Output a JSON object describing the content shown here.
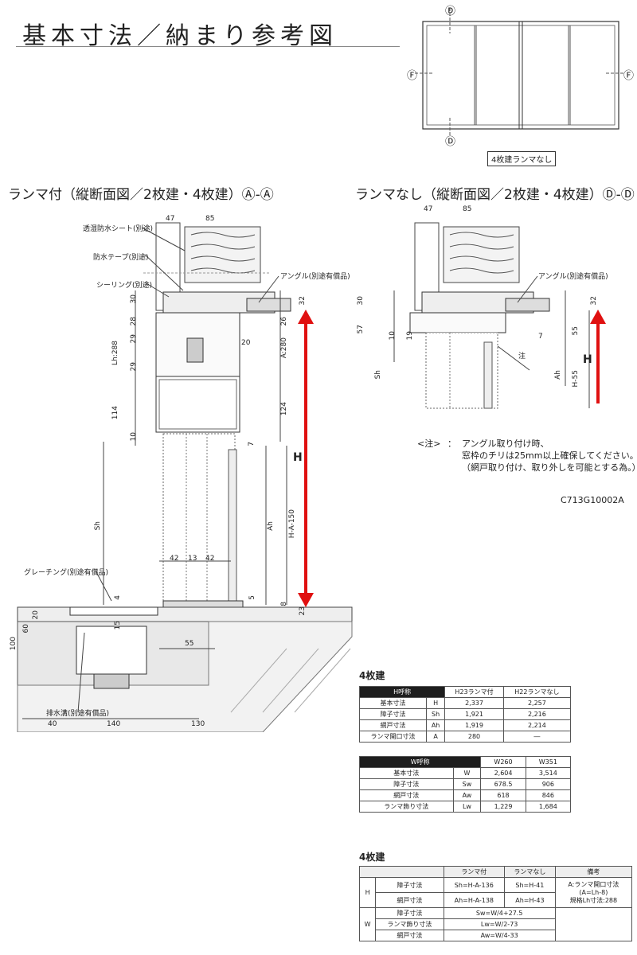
{
  "page_title": "基本寸法／納まり参考図",
  "elevation": {
    "marker_top": "Ⓓ",
    "marker_bottom": "Ⓓ",
    "marker_left": "Ⓕ",
    "marker_right": "Ⓕ",
    "caption": "4枚建ランマなし"
  },
  "section_left": {
    "title": "ランマ付（縦断面図／2枚建・4枚建）Ⓐ-Ⓐ",
    "labels": {
      "sheet": "透湿防水シート(別途)",
      "tape": "防水テープ(別途)",
      "sealing": "シーリング(別途)",
      "angle": "アングル(別途有償品)",
      "grating": "グレーチング(別途有償品)",
      "drain": "排水溝(別途有償品)"
    },
    "dims": {
      "d47": "47",
      "d85": "85",
      "d30": "30",
      "d32": "32",
      "d28": "28",
      "d26": "26",
      "d29a": "29",
      "d29b": "29",
      "lh": "Lh:288",
      "d20a": "20",
      "a280": "A:280",
      "d114": "114",
      "d124": "124",
      "d10": "10",
      "d7": "7",
      "H": "H",
      "sh": "Sh",
      "ah": "Ah",
      "h150": "H-A-150",
      "d42a": "42",
      "d13": "13",
      "d42b": "42",
      "d4": "4",
      "d5": "5",
      "d8": "8",
      "d23": "23",
      "d20b": "20",
      "d60": "60",
      "d100": "100",
      "d15": "15",
      "d55": "55",
      "d40": "40",
      "d140": "140",
      "d130": "130"
    }
  },
  "section_right": {
    "title": "ランマなし（縦断面図／2枚建・4枚建）Ⓓ-Ⓓ",
    "labels": {
      "angle": "アングル(別途有償品)",
      "note_mark": "注"
    },
    "dims": {
      "d47": "47",
      "d85": "85",
      "d30": "30",
      "d32": "32",
      "d57": "57",
      "d10": "10",
      "d19": "19",
      "d7": "7",
      "d55": "55",
      "H": "H",
      "sh": "Sh",
      "ah": "Ah",
      "h55": "H-55"
    }
  },
  "note": {
    "mark": "<注>",
    "sep": "：",
    "lines": [
      "アングル取り付け時、",
      "窓枠のチリは25mm以上確保してください。",
      "（網戸取り付け、取り外しを可能とする為。）"
    ]
  },
  "drawing_code": "C713G10002A",
  "table_h": {
    "heading": "4枚建",
    "header": [
      "H呼称",
      "H23ランマ付",
      "H22ランマなし"
    ],
    "rows": [
      [
        "基本寸法",
        "H",
        "2,337",
        "2,257"
      ],
      [
        "障子寸法",
        "Sh",
        "1,921",
        "2,216"
      ],
      [
        "網戸寸法",
        "Ah",
        "1,919",
        "2,214"
      ],
      [
        "ランマ開口寸法",
        "A",
        "280",
        "―"
      ]
    ]
  },
  "table_w": {
    "header": [
      "W呼称",
      "W260",
      "W351"
    ],
    "rows": [
      [
        "基本寸法",
        "W",
        "2,604",
        "3,514"
      ],
      [
        "障子寸法",
        "Sw",
        "678.5",
        "906"
      ],
      [
        "網戸寸法",
        "Aw",
        "618",
        "846"
      ],
      [
        "ランマ飾り寸法",
        "Lw",
        "1,229",
        "1,684"
      ]
    ]
  },
  "table_formula": {
    "heading": "4枚建",
    "header": [
      "ランマ付",
      "ランマなし",
      "備考"
    ],
    "h_label": "H",
    "w_label": "W",
    "h_rows": [
      [
        "障子寸法",
        "Sh=H-A-136",
        "Sh=H-41"
      ],
      [
        "網戸寸法",
        "Ah=H-A-138",
        "Ah=H-43"
      ]
    ],
    "remark": "A:ランマ開口寸法\n(A=Lh-8)\n規格Lh寸法:288",
    "w_rows": [
      [
        "障子寸法",
        "Sw=W/4+27.5"
      ],
      [
        "ランマ飾り寸法",
        "Lw=W/2-73"
      ],
      [
        "網戸寸法",
        "Aw=W/4-33"
      ]
    ]
  }
}
